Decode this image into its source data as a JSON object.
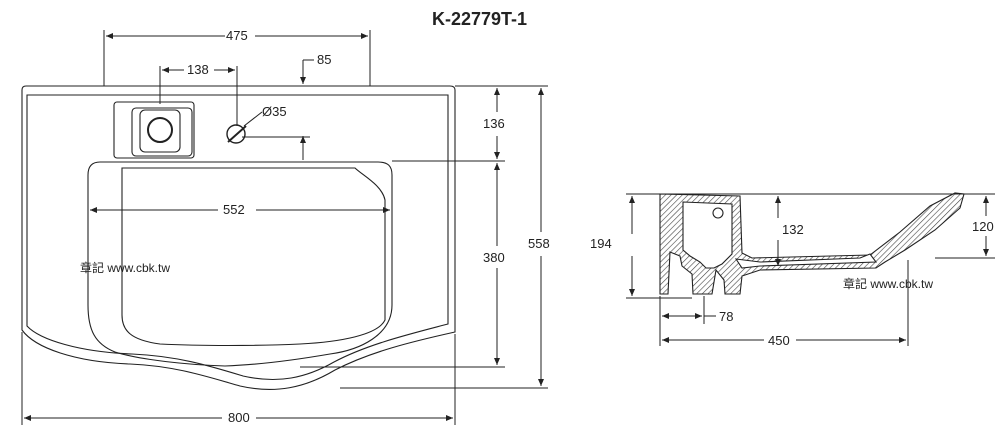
{
  "title": "K-22779T-1",
  "watermark": "章記 www.cbk.tw",
  "dimensions": {
    "top_width": "475",
    "faucet_offset": "138",
    "offset_85": "85",
    "hole_diameter": "Ø35",
    "depth_136": "136",
    "basin_width": "552",
    "basin_depth": "380",
    "total_depth": "558",
    "total_width": "800",
    "side_height": "194",
    "inner_132": "132",
    "rim_120": "120",
    "drain_78": "78",
    "side_length": "450"
  },
  "colors": {
    "line": "#222222",
    "hatch": "#444444"
  }
}
